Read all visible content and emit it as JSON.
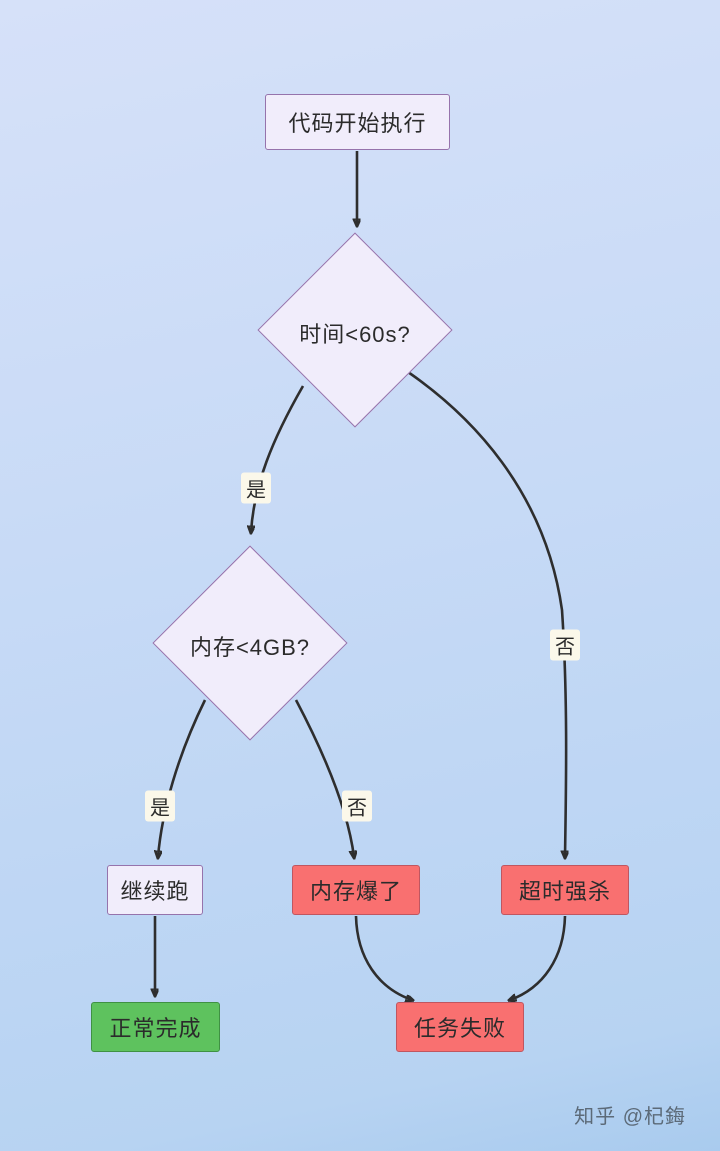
{
  "flowchart": {
    "nodes": {
      "start": {
        "label": "代码开始执行"
      },
      "time_check": {
        "label": "时间<60s?"
      },
      "memory_check": {
        "label": "内存<4GB?"
      },
      "continue_run": {
        "label": "继续跑"
      },
      "memory_burst": {
        "label": "内存爆了"
      },
      "timeout_kill": {
        "label": "超时强杀"
      },
      "normal_complete": {
        "label": "正常完成"
      },
      "task_fail": {
        "label": "任务失败"
      }
    },
    "edge_labels": {
      "time_yes": "是",
      "time_no": "否",
      "memory_yes": "是",
      "memory_no": "否"
    },
    "colors": {
      "background_top": "#d6e1f9",
      "background_bottom": "#a9cbee",
      "node_fill": "#f1edfb",
      "node_border": "#9673ac",
      "danger_fill": "#f97070",
      "danger_border": "#c05660",
      "success_fill": "#5ec25e",
      "success_border": "#3f9143",
      "arrow": "#2e2e2e",
      "edge_label_bg": "#fbf8ea"
    }
  },
  "watermark": {
    "text": "知乎 @杞鋂"
  }
}
